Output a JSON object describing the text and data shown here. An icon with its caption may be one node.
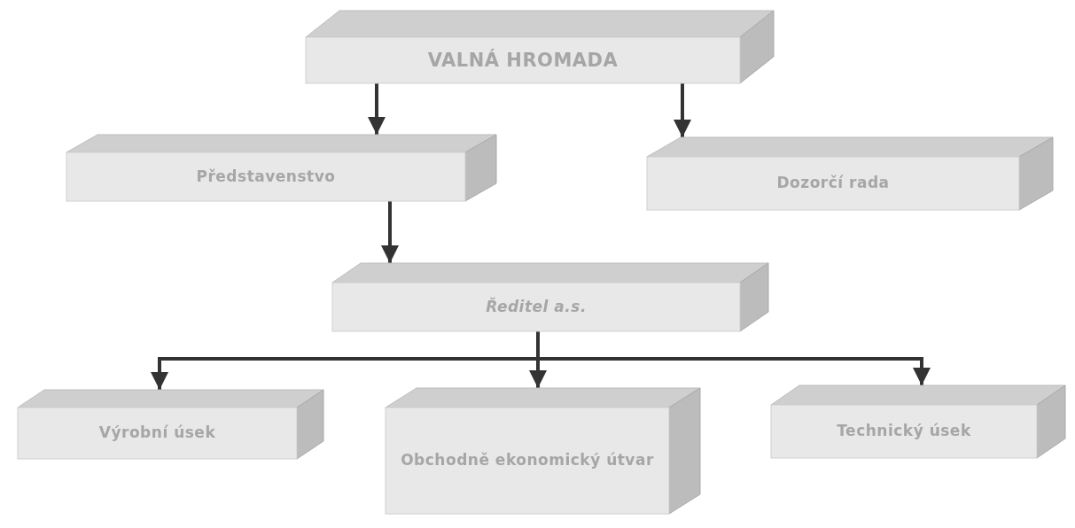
{
  "diagram": {
    "nodes": [
      {
        "text": [
          "VALNÁ HROMADA"
        ]
      },
      {
        "text": [
          "Představenstvo"
        ]
      },
      {
        "text": [
          "Dozorčí rada"
        ]
      },
      {
        "text": [
          "Ředitel a.s."
        ]
      },
      {
        "text": [
          "Výrobní úsek"
        ]
      },
      {
        "text": [
          "Obchodně ekonomický útvar"
        ]
      },
      {
        "text": [
          "Technický úsek"
        ]
      }
    ],
    "edges": [
      {
        "from": 0,
        "to": 1,
        "arrow": "to"
      },
      {
        "from": 0,
        "to": 2,
        "arrow": "to"
      },
      {
        "from": 1,
        "to": 3,
        "arrow": "to"
      },
      {
        "from": 3,
        "to": 4,
        "arrow": "to"
      },
      {
        "from": 3,
        "to": 5,
        "arrow": "to"
      },
      {
        "from": 3,
        "to": 6,
        "arrow": "to"
      }
    ]
  }
}
